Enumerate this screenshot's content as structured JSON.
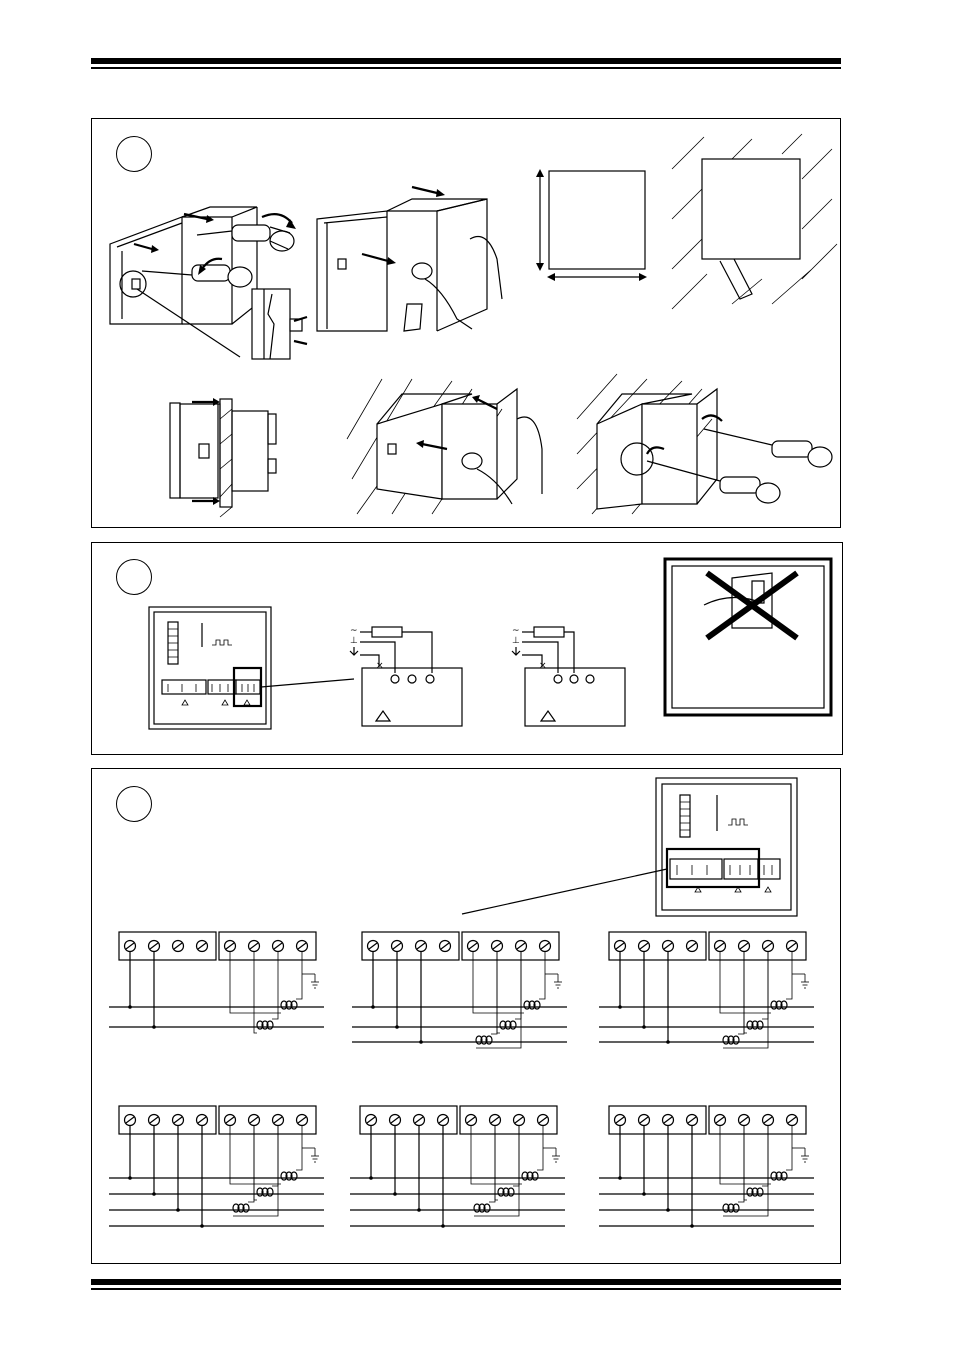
{
  "header": {
    "decor": "double-rule"
  },
  "footer": {
    "decor": "double-rule"
  },
  "panels": [
    {
      "id": "mounting",
      "step_badge": "",
      "title": ""
    },
    {
      "id": "power-wiring",
      "step_badge": "",
      "title": ""
    },
    {
      "id": "input-wiring",
      "step_badge": "",
      "title": ""
    }
  ],
  "power_symbols": {
    "ac": "~",
    "ground_sym": "⊥",
    "earth": "⏚"
  },
  "prohibited_icon": "cross-x-icon",
  "icons": {
    "screwdriver": "screwdriver-icon",
    "arrow": "arrow-icon",
    "coil": "current-transformer-icon",
    "terminal": "terminal-screw-icon"
  }
}
